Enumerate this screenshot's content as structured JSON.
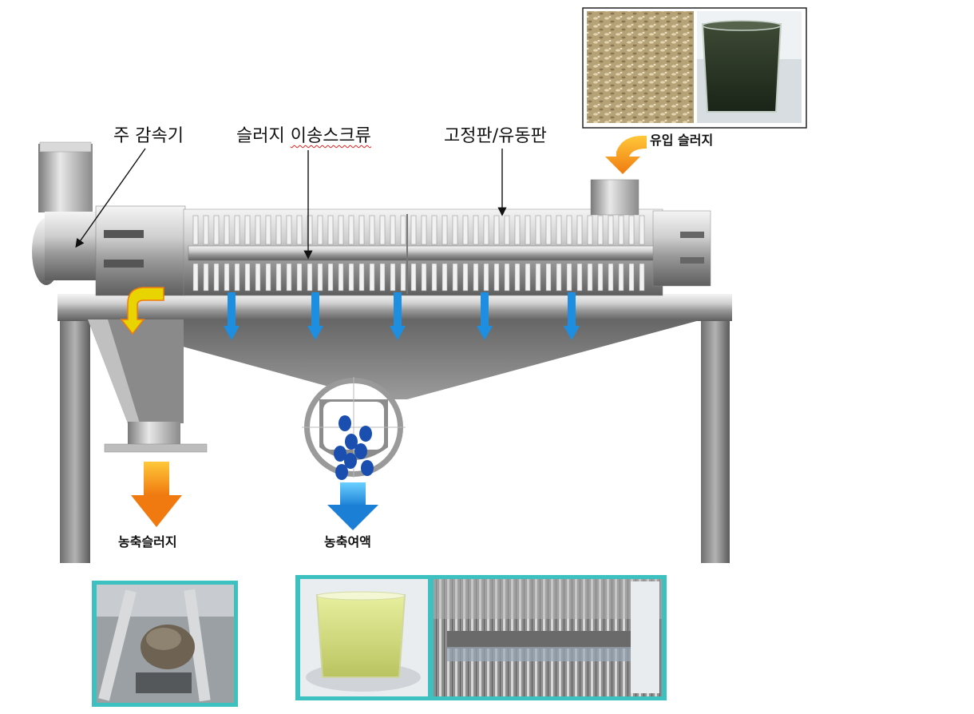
{
  "labels": {
    "main_reducer": "주 감속기",
    "sludge_transfer_screw_prefix": "슬러지 ",
    "sludge_transfer_screw_marked": "이송스크류",
    "fixed_moving_plate": "고정판/유동판",
    "inflow_sludge": "유입 슬러지",
    "thickened_sludge": "농축슬러지",
    "thickened_filtrate": "농축여액"
  },
  "colors": {
    "frame_gray": "#8c8c8c",
    "inflow_arrow": "#f7a21b",
    "outlet_arrow_yellow": "#e8d400",
    "water_arrow": "#1e8fe0",
    "droplet": "#1a4fb0",
    "photo_border": "#3cc0c0"
  },
  "photos": [
    {
      "name": "inflow-sludge-dry-photo",
      "desc_icon": "sludge-granules"
    },
    {
      "name": "inflow-sludge-beaker-photo",
      "desc_icon": "dark-liquid-beaker"
    },
    {
      "name": "thickened-sludge-photo",
      "desc_icon": "sludge-outlet"
    },
    {
      "name": "filtrate-beaker-photo",
      "desc_icon": "clear-liquid-beaker"
    },
    {
      "name": "screw-plates-photo",
      "desc_icon": "screw-plates"
    }
  ]
}
